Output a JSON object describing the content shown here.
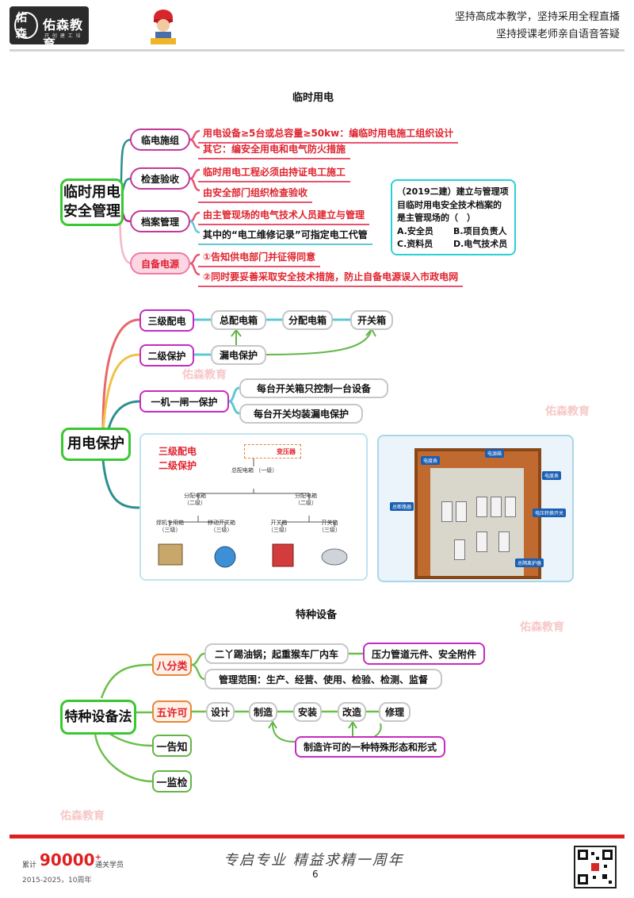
{
  "header": {
    "logo_glyph": "佑森",
    "logo_name": "佑森教育",
    "logo_sub": "开 创 建 工 培 训",
    "slogan_line1": "坚持高成本教学，坚持采用全程直播",
    "slogan_line2": "坚持授课老师亲自语音答疑"
  },
  "section1": {
    "title": "临时用电",
    "root": "临时用电\n安全管理",
    "branches": [
      {
        "label": "临电施组",
        "items": [
          "用电设备≥5台或总容量≥50kw：编临时用电施工组织设计",
          "其它：编安全用电和电气防火措施"
        ]
      },
      {
        "label": "检查验收",
        "items": [
          "临时用电工程必须由持证电工施工",
          "由安全部门组织检查验收"
        ]
      },
      {
        "label": "档案管理",
        "items": [
          "由主管现场的电气技术人员建立与管理",
          "其中的“电工维修记录”可指定电工代管"
        ]
      },
      {
        "label": "自备电源",
        "items": [
          "①告知供电部门并征得同意",
          "②同时要妥善采取安全技术措施，防止自备电源误入市政电网"
        ]
      }
    ],
    "question": {
      "stem": "（2019二建）建立与管理项目临时用电安全技术档案的是主管现场的（　）",
      "options": [
        "A.安全员",
        "B.项目负责人",
        "C.资料员",
        "D.电气技术员"
      ]
    }
  },
  "section2": {
    "root": "用电保护",
    "three_level": {
      "label": "三级配电",
      "chain": [
        "总配电箱",
        "分配电箱",
        "开关箱"
      ]
    },
    "two_level": {
      "label": "二级保护",
      "item": "漏电保护"
    },
    "one_machine": {
      "label": "一机一闸一保护",
      "items": [
        "每台开关箱只控制一台设备",
        "每台开关均装漏电保护"
      ]
    },
    "diagram": {
      "title_line1": "三级配电",
      "title_line2": "二级保护",
      "transformer": "变压器",
      "main_box": "总配电箱\n（一级）",
      "sub_boxes": [
        "分配电箱\n（二级）",
        "分配电箱\n（二级）"
      ],
      "switch_boxes": [
        "焊机专用箱\n（三级）",
        "移动开关箱\n（三级）",
        "开关箱\n（三级）",
        "开关箱\n（三级）"
      ]
    },
    "photo_labels": [
      "电度表",
      "电源箱",
      "电度表",
      "总断路器",
      "电压转换开关",
      "总隔离护器"
    ]
  },
  "section3": {
    "title": "特种设备",
    "root": "特种设备法",
    "eight": {
      "label": "八分类",
      "line1": "二丫踢油锅；起重猴车厂内车",
      "line1_note": "压力管道元件、安全附件",
      "line2": "管理范围：生产、经营、使用、检验、检测、监督"
    },
    "five": {
      "label": "五许可",
      "chain": [
        "设计",
        "制造",
        "安装",
        "改造",
        "修理"
      ],
      "note": "制造许可的一种特殊形态和形式"
    },
    "notify": "一告知",
    "inspect": "一监检"
  },
  "watermarks": [
    "佑森教育",
    "佑森教育",
    "佑森教育",
    "佑森教育"
  ],
  "footer": {
    "prefix": "累计",
    "count": "90000",
    "plus": "+",
    "label": "通关学员",
    "years": "2015-2025，10周年",
    "signature": "专启专业   精益求精一周年",
    "page": "6"
  },
  "colors": {
    "green": "#39c832",
    "pink": "#c2379a",
    "red": "#e0232e",
    "teal": "#5ec9d6",
    "magenta": "#c52bc2",
    "orange": "#e8863a"
  }
}
